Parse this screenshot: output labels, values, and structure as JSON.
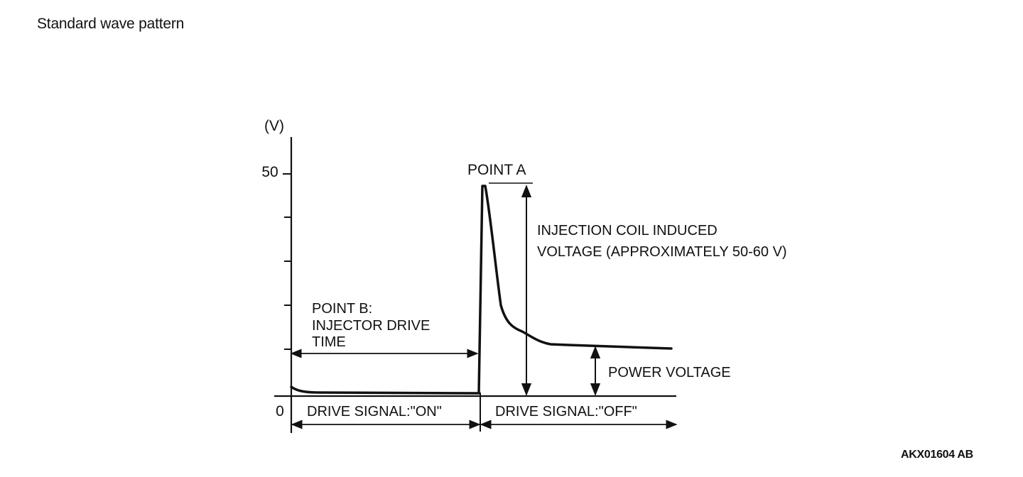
{
  "page": {
    "title": "Standard wave pattern",
    "reference_code": "AKX01604 AB"
  },
  "diagram": {
    "y_axis_unit": "(V)",
    "y_tick_50": "50",
    "origin_label": "0",
    "point_a": "POINT A",
    "induced_voltage_line1": "INJECTION COIL INDUCED",
    "induced_voltage_line2": "VOLTAGE (APPROXIMATELY 50-60 V)",
    "point_b_line1": "POINT B:",
    "point_b_line2": "INJECTOR DRIVE",
    "point_b_line3": "TIME",
    "power_voltage": "POWER VOLTAGE",
    "drive_on": "DRIVE SIGNAL:\"ON\"",
    "drive_off": "DRIVE SIGNAL:\"OFF\"",
    "line_color": "#111111"
  }
}
